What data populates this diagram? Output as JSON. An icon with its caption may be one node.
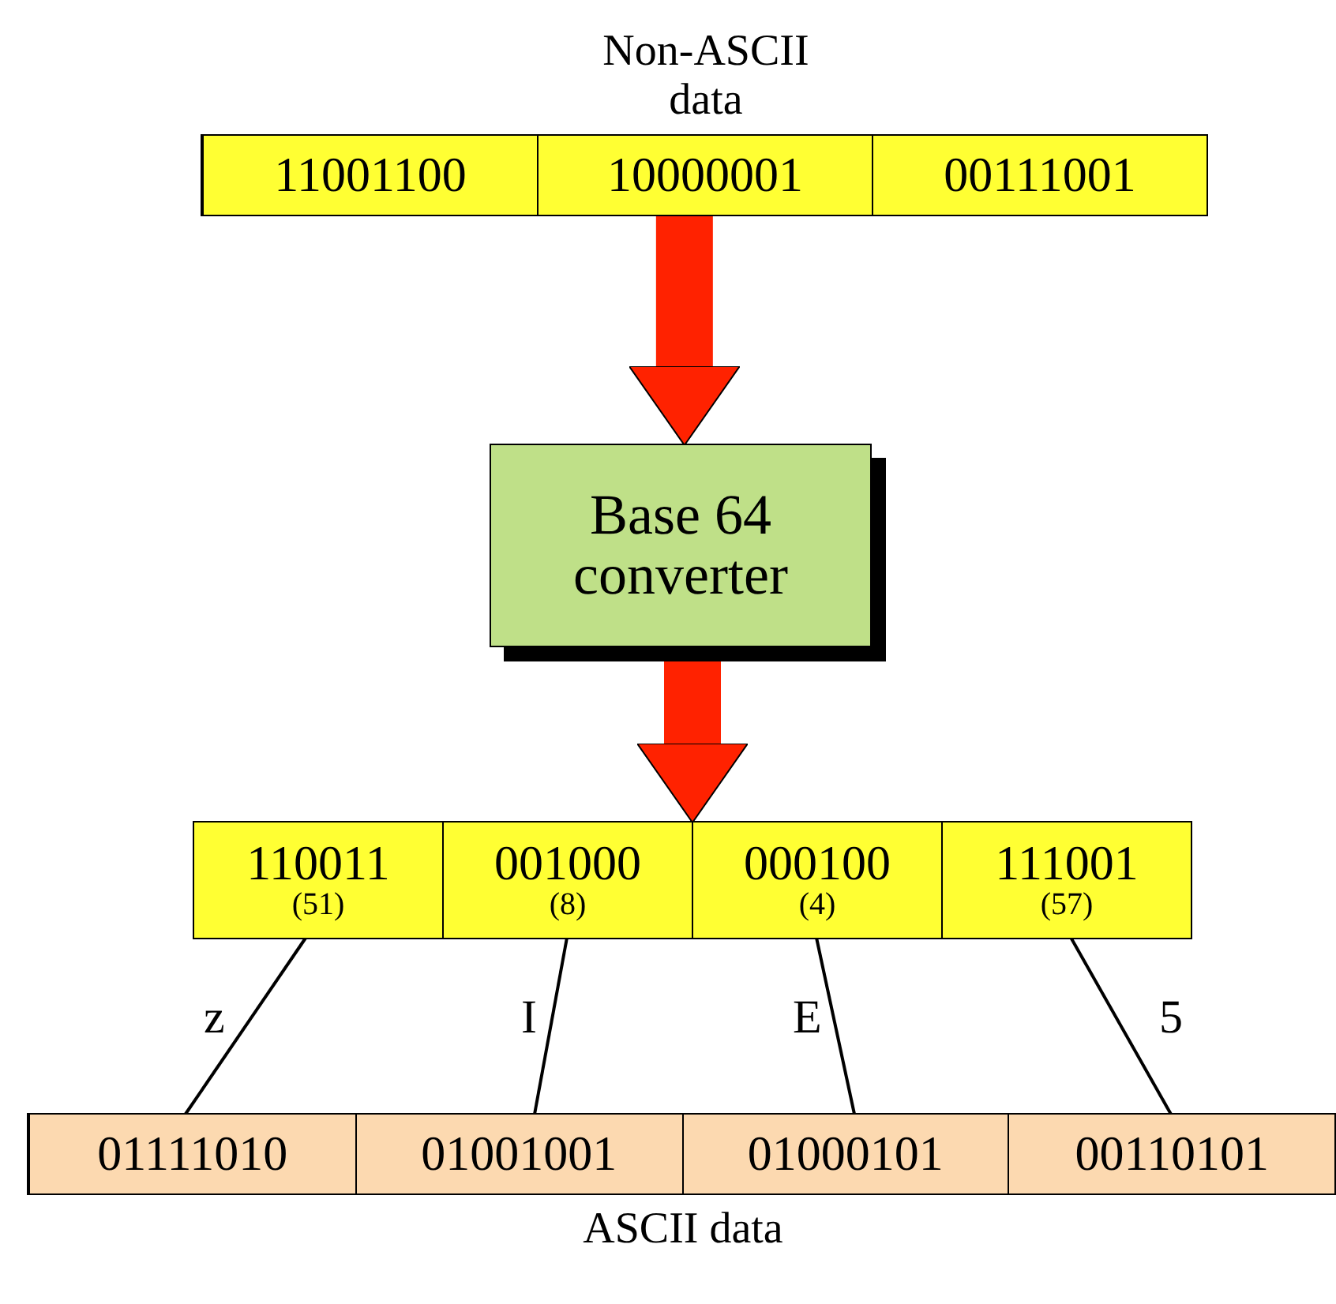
{
  "diagram": {
    "nodes": [
      {
        "text": [
          "Non-ASCII data"
        ]
      },
      {
        "text": [
          "11001100"
        ],
        "in": 0
      },
      {
        "text": [
          "10000001"
        ],
        "in": 0
      },
      {
        "text": [
          "00111001"
        ],
        "in": 0
      },
      {
        "text": [
          "Base 64 converter"
        ]
      },
      {
        "text": [],
        "shape": "bar"
      },
      {
        "text": [
          "110011",
          "(51)"
        ],
        "in": 5
      },
      {
        "text": [
          "001000",
          "(8)"
        ],
        "in": 5
      },
      {
        "text": [
          "000100",
          "(4)"
        ],
        "in": 5
      },
      {
        "text": [
          "111001",
          "(57)"
        ],
        "in": 5
      },
      {
        "text": [
          "ASCII data"
        ]
      },
      {
        "text": [
          "01111010"
        ],
        "in": 10
      },
      {
        "text": [
          "01001001"
        ],
        "in": 10
      },
      {
        "text": [
          "01000101"
        ],
        "in": 10
      },
      {
        "text": [
          "00110101"
        ],
        "in": 10
      }
    ],
    "edges": [
      {
        "from": 0,
        "to": 4,
        "arrow": "to",
        "style": "thick",
        "color": "#ff2200"
      },
      {
        "from": 4,
        "to": 5,
        "arrow": "to",
        "style": "thick",
        "color": "#ff2200"
      },
      {
        "from": 6,
        "to": 11,
        "arrow": "none",
        "label": "z"
      },
      {
        "from": 7,
        "to": 12,
        "arrow": "none",
        "label": "I"
      },
      {
        "from": 8,
        "to": 13,
        "arrow": "none",
        "label": "E"
      },
      {
        "from": 9,
        "to": 14,
        "arrow": "none",
        "label": "5"
      }
    ]
  }
}
